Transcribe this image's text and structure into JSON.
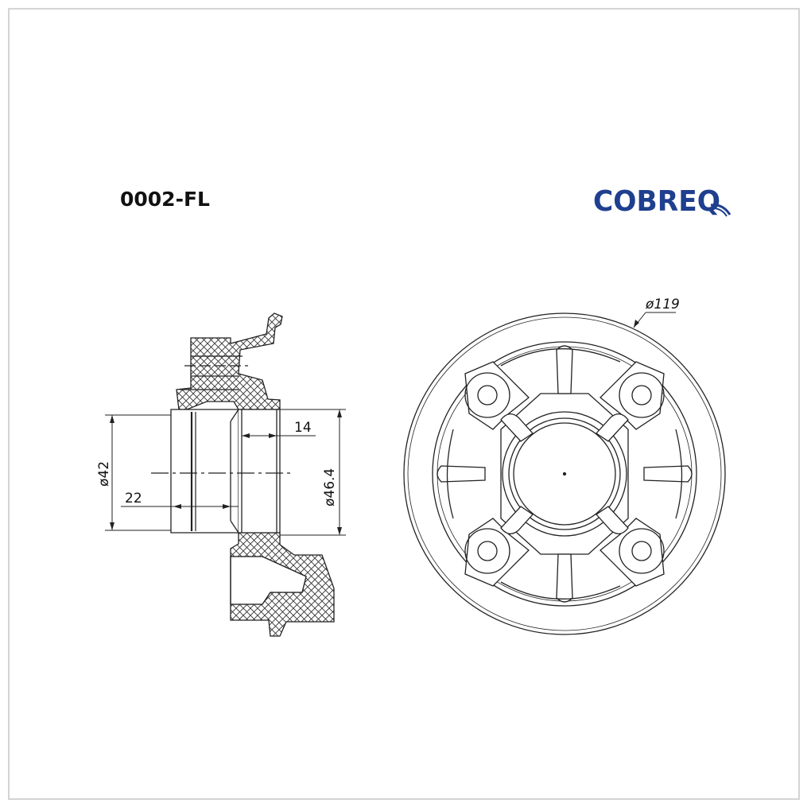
{
  "part_code": "0002-FL",
  "brand": {
    "name": "COBREQ",
    "color": "#1f3f8f"
  },
  "dimensions": {
    "bore_diameter": "ø42",
    "outer_diameter": "ø46.4",
    "depth_a": "14",
    "depth_b": "22",
    "flange_diameter": "ø119"
  },
  "colors": {
    "line": "#222222",
    "hatch": "#333333",
    "frame": "#d4d4d4"
  }
}
